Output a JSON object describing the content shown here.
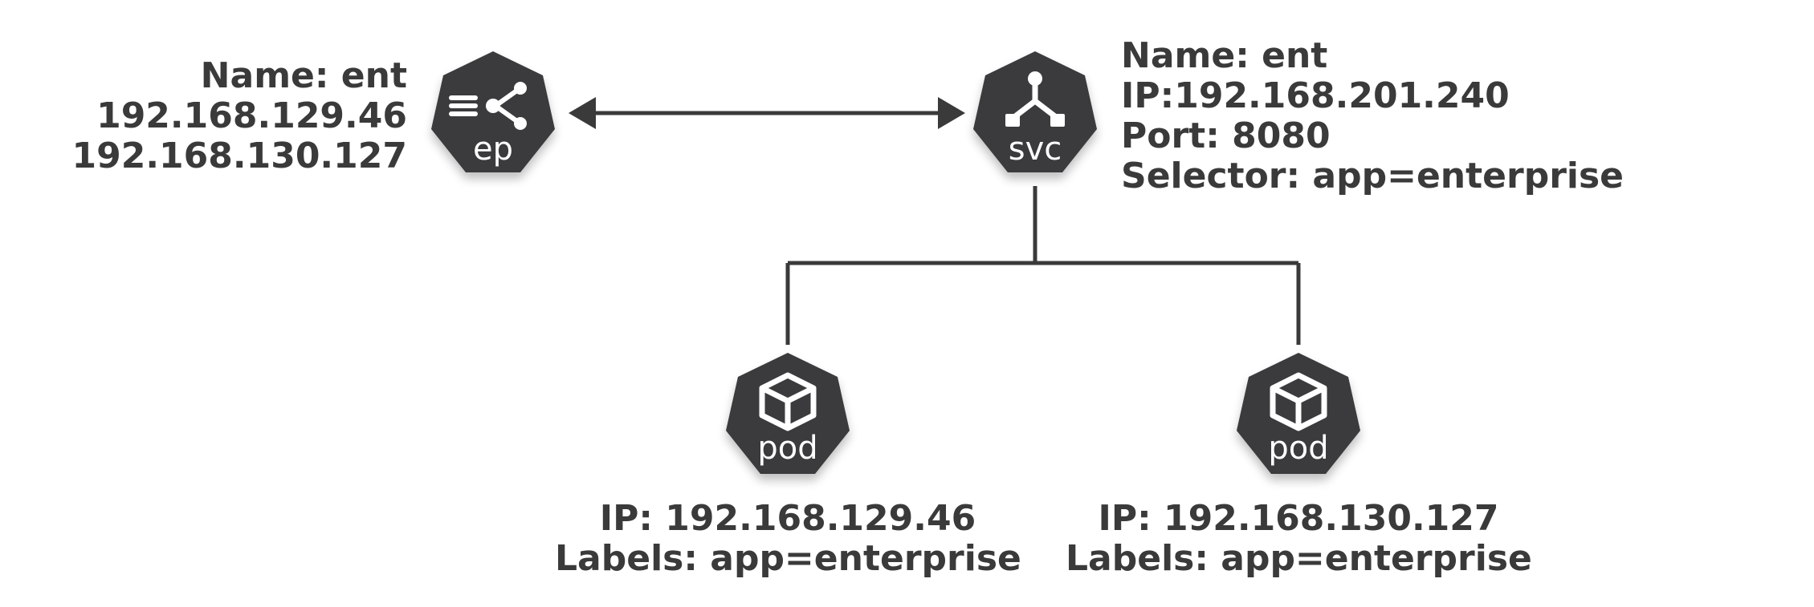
{
  "endpoint": {
    "icon": "endpoints-icon",
    "node_label": "ep",
    "info": {
      "name": "Name: ent",
      "ip1": "192.168.129.46",
      "ip2": "192.168.130.127"
    }
  },
  "service": {
    "icon": "service-icon",
    "node_label": "svc",
    "info": {
      "name": "Name: ent",
      "ip": "IP:192.168.201.240",
      "port": "Port: 8080",
      "selector": "Selector: app=enterprise"
    }
  },
  "pods": [
    {
      "icon": "cube-icon",
      "node_label": "pod",
      "ip": "IP: 192.168.129.46",
      "labels": "Labels: app=enterprise"
    },
    {
      "icon": "cube-icon",
      "node_label": "pod",
      "ip": "IP: 192.168.130.127",
      "labels": "Labels: app=enterprise"
    }
  ],
  "colors": {
    "node_fill": "#3a3a3c",
    "line": "#3a3a3a",
    "text": "#3a3a3a"
  }
}
